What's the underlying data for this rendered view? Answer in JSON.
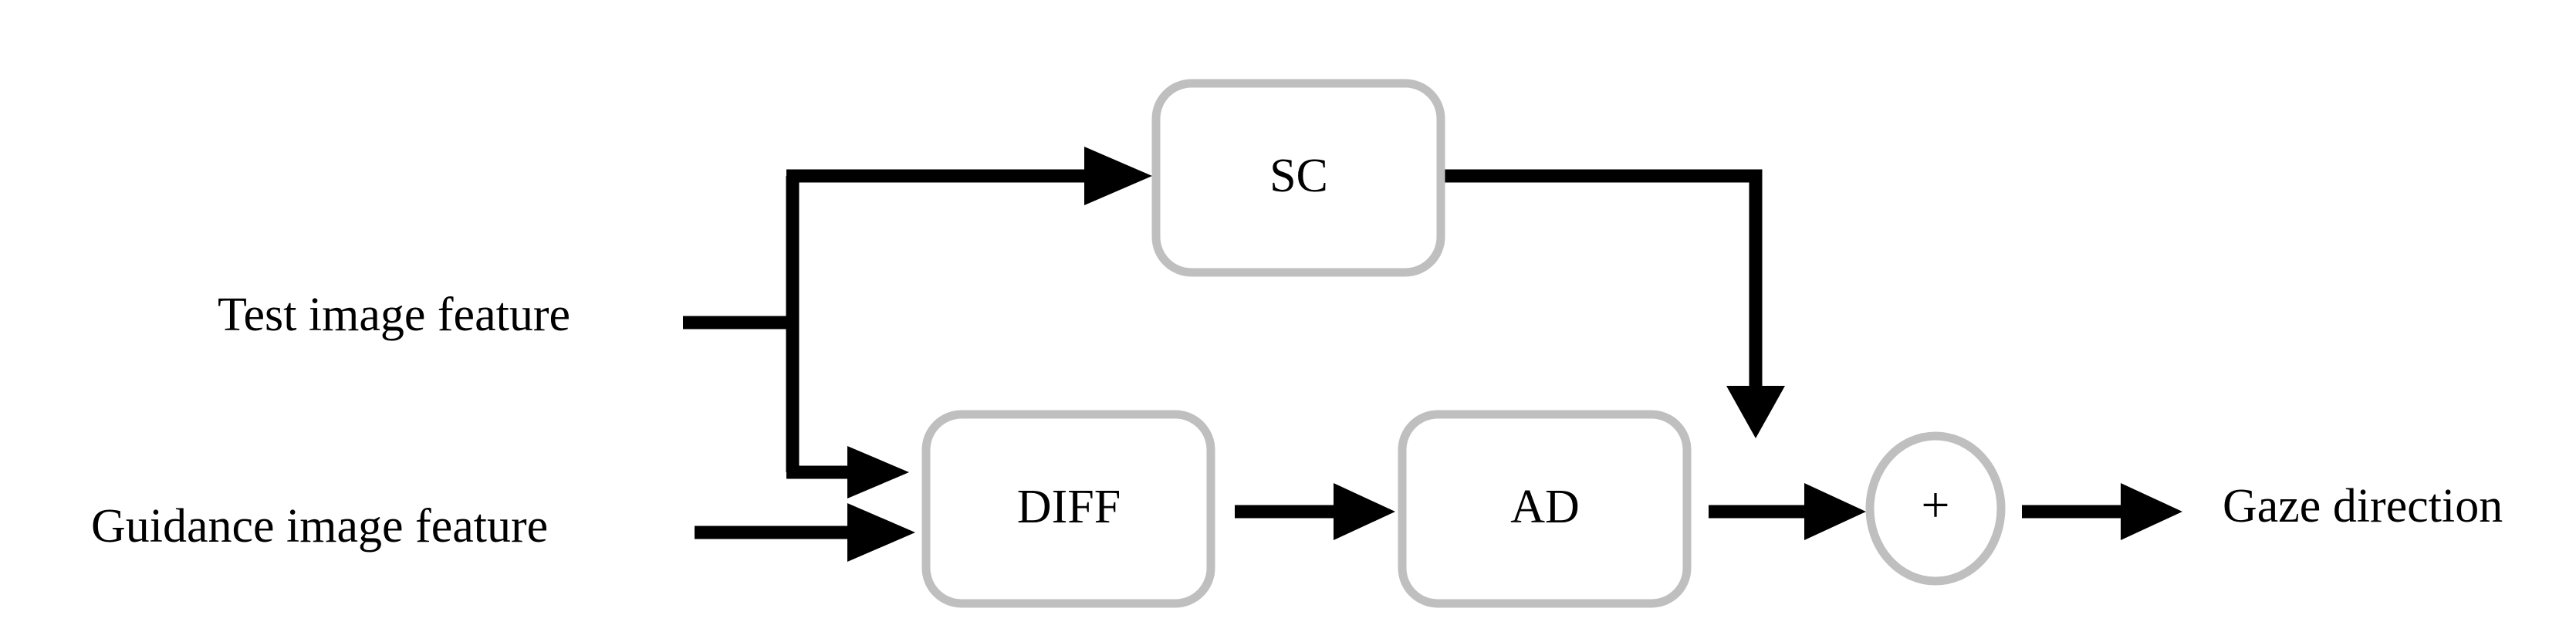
{
  "figure": {
    "title": "Gaze direction estimation block diagram",
    "background_color": "#ffffff",
    "line_color": "#000000",
    "node_border_color": "#bfbfbf",
    "node_fill_color": "#ffffff"
  },
  "inputs": [
    {
      "id": "test-image-feature",
      "label": "Test image feature"
    },
    {
      "id": "guidance-image-feature",
      "label": "Guidance image feature"
    }
  ],
  "nodes": [
    {
      "id": "sc",
      "label": "SC",
      "shape": "rounded-rect"
    },
    {
      "id": "diff",
      "label": "DIFF",
      "shape": "rounded-rect"
    },
    {
      "id": "ad",
      "label": "AD",
      "shape": "rounded-rect"
    },
    {
      "id": "sum",
      "label": "+",
      "shape": "circle"
    }
  ],
  "outputs": [
    {
      "id": "gaze-direction",
      "label": "Gaze direction"
    }
  ],
  "edges": [
    {
      "id": "test-to-branch",
      "from": "test-image-feature",
      "to": "branch-point",
      "arrow": false
    },
    {
      "id": "branch-to-sc",
      "from": "branch-point",
      "to": "sc",
      "arrow": true
    },
    {
      "id": "branch-to-diff",
      "from": "branch-point",
      "to": "diff",
      "arrow": true
    },
    {
      "id": "guidance-to-diff",
      "from": "guidance-image-feature",
      "to": "diff",
      "arrow": true
    },
    {
      "id": "diff-to-ad",
      "from": "diff",
      "to": "ad",
      "arrow": true
    },
    {
      "id": "ad-to-sum",
      "from": "ad",
      "to": "sum",
      "arrow": true
    },
    {
      "id": "sc-to-sum",
      "from": "sc",
      "to": "sum",
      "arrow": true
    },
    {
      "id": "sum-to-gaze",
      "from": "sum",
      "to": "gaze-direction",
      "arrow": true
    }
  ]
}
